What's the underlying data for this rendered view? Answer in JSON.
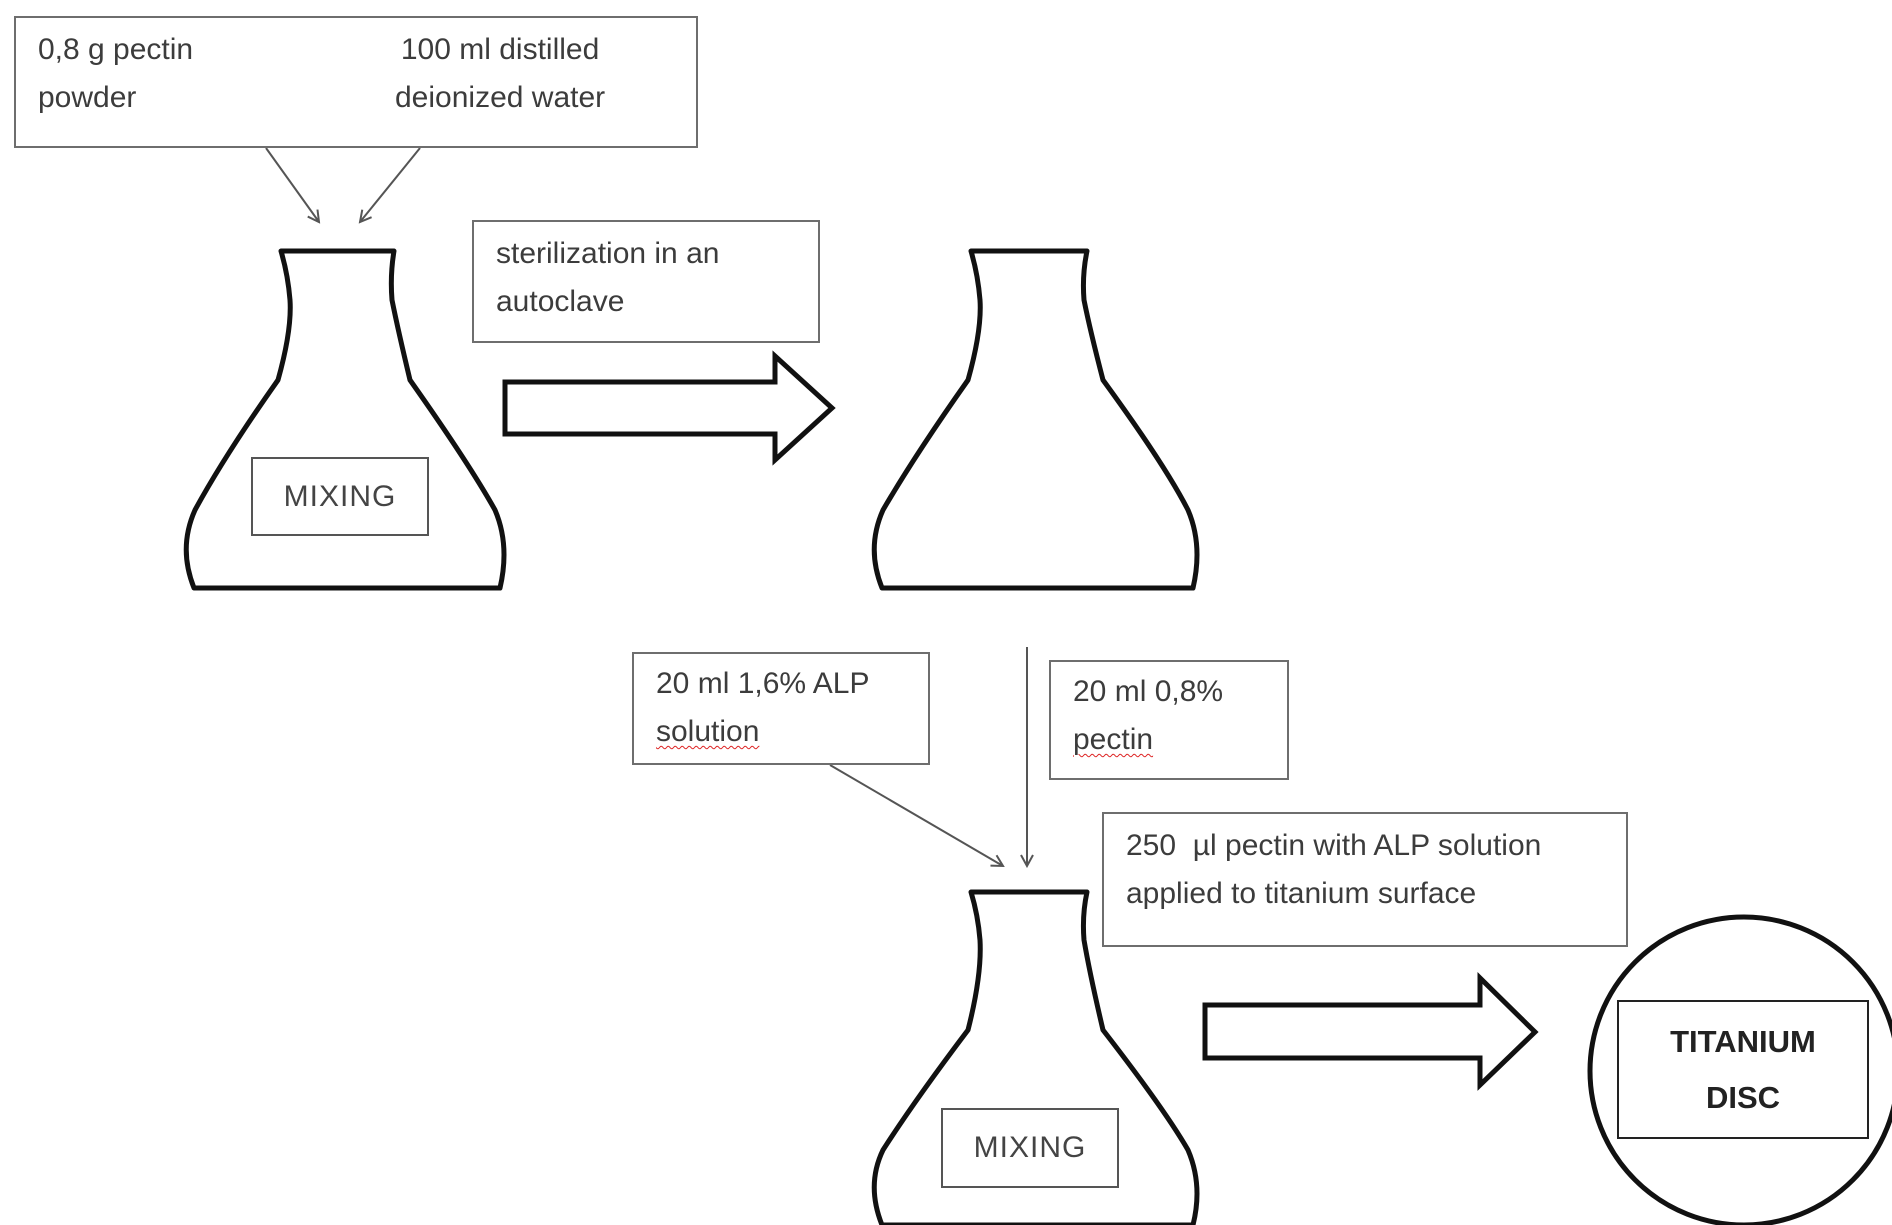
{
  "ingredients_box": {
    "pectin_powder": "0,8 g pectin\npowder",
    "water": "100 ml distilled\ndeionized water"
  },
  "step_sterilization": "sterilization in an\nautoclave",
  "flask1_label": "MIXING",
  "alp_solution": {
    "line1": "20 ml 1,6% ALP",
    "line2": "solution"
  },
  "pectin_solution": {
    "line1": "20 ml 0,8%",
    "line2": "pectin"
  },
  "application_step": "250  µl pectin with ALP solution\napplied to titanium surface",
  "flask2_label": "MIXING",
  "disc": {
    "line1": "TITANIUM",
    "line2": "DISC"
  }
}
